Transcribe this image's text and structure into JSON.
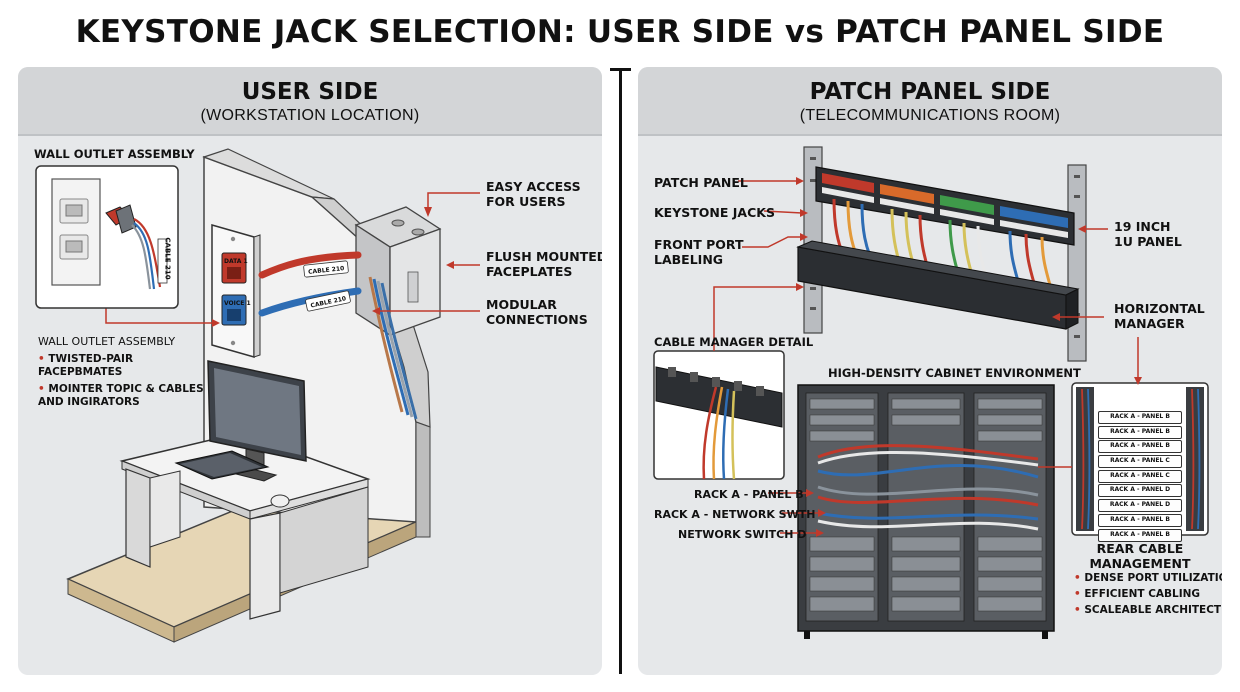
{
  "title": "KEYSTONE JACK SELECTION: USER SIDE vs PATCH PANEL SIDE",
  "user_side": {
    "heading": "USER SIDE",
    "subheading": "(WORKSTATION LOCATION)",
    "inset_title": "WALL OUTLET ASSEMBLY",
    "inset_cable_tag": "CABLE 210",
    "assembly_label": "WALL OUTLET ASSEMBLY",
    "bullets": [
      "TWISTED-PAIR\nFACEPBMATES",
      "MOINTER TOPIC & CABLES\nAND INGIRATORS"
    ],
    "port_labels": [
      "DATA 1",
      "VOICE 1"
    ],
    "cable_tags": [
      "CABLE 210",
      "CABLE 210"
    ],
    "callouts": [
      "EASY ACCESS\nFOR USERS",
      "FLUSH MOUNTED\nFACEPLATES",
      "MODULAR\nCONNECTIONS"
    ]
  },
  "patch_side": {
    "heading": "PATCH PANEL SIDE",
    "subheading": "(TELECOMMUNICATIONS ROOM)",
    "left_callouts": [
      "PATCH PANEL",
      "KEYSTONE JACKS",
      "FRONT PORT\nLABELING"
    ],
    "right_callouts": [
      "19 INCH\n1U PANEL",
      "HORIZONTAL\nMANAGER"
    ],
    "cable_manager_title": "CABLE MANAGER DETAIL",
    "cabinet_title": "HIGH-DENSITY CABINET ENVIRONMENT",
    "cabinet_callouts": [
      "RACK A - PANEL B",
      "RACK A - NETWORK SWTH",
      "NETWORK SWITCH D"
    ],
    "rear_tags": [
      "RACK A - PANEL B",
      "RACK A - PANEL B",
      "RACK A - PANEL B",
      "RACK A - PANEL C",
      "RACK A - PANEL C",
      "RACK A - PANEL D",
      "RACK A - PANEL D",
      "RACK A - PANEL B",
      "RACK A - PANEL B"
    ],
    "rear_title": "REAR CABLE\nMANAGEMENT",
    "bullets": [
      "DENSE PORT UTILIZATION",
      "EFFICIENT CABLING",
      "SCALEABLE ARCHITECTURE"
    ]
  },
  "colors": {
    "accent_red": "#c0392b",
    "data_port": "#c0392b",
    "voice_port": "#2e6db4",
    "panel_bg": "#e6e8ea",
    "header_bg": "#d3d5d7",
    "rack": "#3a3d41",
    "floor": "#e6d6b5"
  }
}
